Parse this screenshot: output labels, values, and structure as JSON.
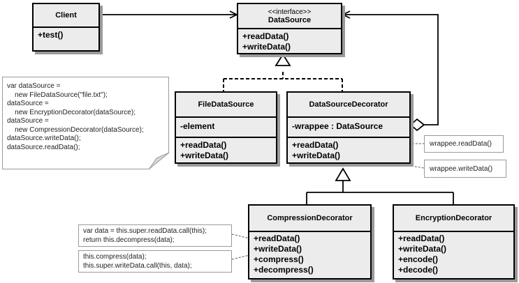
{
  "client": {
    "name": "Client",
    "ops": [
      "+test()"
    ]
  },
  "datasource": {
    "stereotype": "<<interface>>",
    "name": "DataSource",
    "ops": [
      "+readData()",
      "+writeData()"
    ]
  },
  "filedatasource": {
    "name": "FileDataSource",
    "fields": [
      "-element"
    ],
    "ops": [
      "+readData()",
      "+writeData()"
    ]
  },
  "decorator": {
    "name": "DataSourceDecorator",
    "fields": [
      "-wrappee : DataSource"
    ],
    "ops": [
      "+readData()",
      "+writeData()"
    ]
  },
  "compression": {
    "name": "CompressionDecorator",
    "ops": [
      "+readData()",
      "+writeData()",
      "+compress()",
      "+decompress()"
    ]
  },
  "encryption": {
    "name": "EncryptionDecorator",
    "ops": [
      "+readData()",
      "+writeData()",
      "+encode()",
      "+decode()"
    ]
  },
  "notes": {
    "client_code": [
      "var dataSource =",
      "    new FileDataSource(\"file.txt\");",
      "dataSource =",
      "    new EncryptionDecorator(dataSource);",
      "dataSource =",
      "    new CompressionDecorator(dataSource);",
      "dataSource.writeData();",
      "dataSource.readData();"
    ],
    "wrappee_read": "wrappee.readData()",
    "wrappee_write": "wrappee.writeData()",
    "compression_read": [
      "var data = this.super.readData.call(this);",
      "return this.decompress(data);"
    ],
    "compression_write": [
      "this.compress(data);",
      "this.super.writeData.call(this, data);"
    ]
  }
}
